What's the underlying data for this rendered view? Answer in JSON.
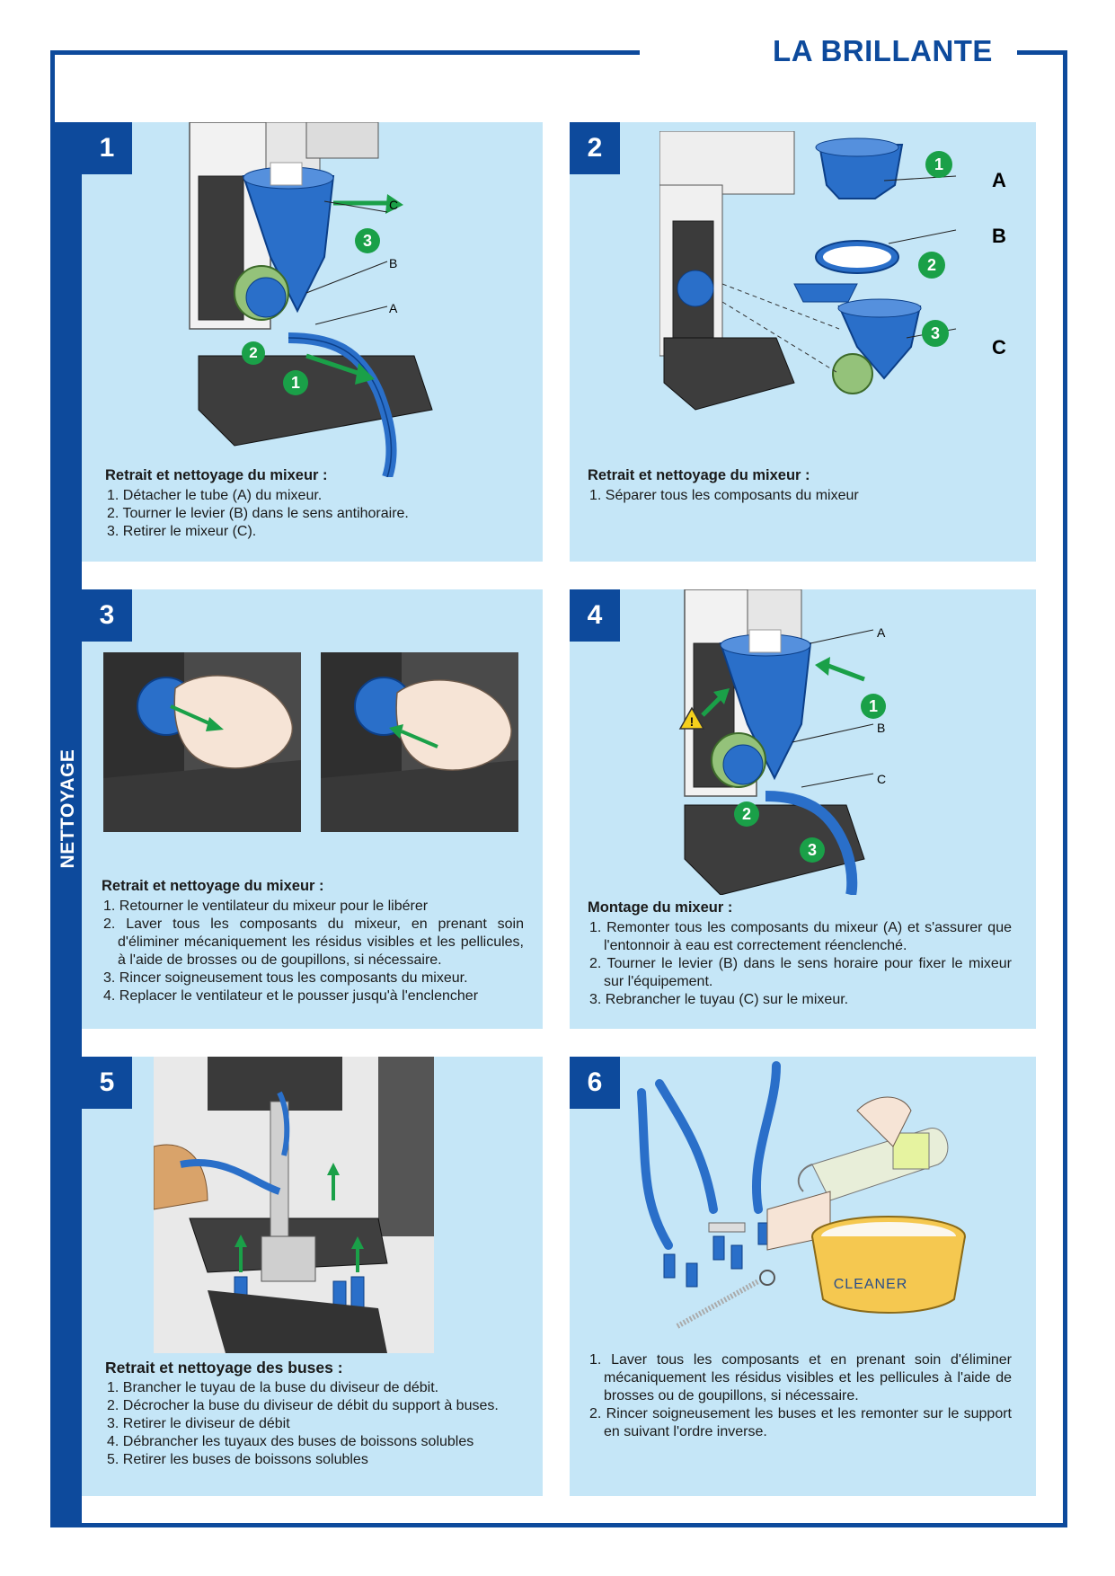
{
  "header": {
    "brand": "LA BRILLANTE"
  },
  "sidebar": {
    "label": "NETTOYAGE"
  },
  "steps": [
    {
      "number": "1",
      "title": "Retrait et nettoyage du mixeur :",
      "items": [
        "1. Détacher le tube (A) du mixeur.",
        "2. Tourner le levier (B) dans le sens antihoraire.",
        "3. Retirer le mixeur (C)."
      ],
      "callouts": [
        "C",
        "B",
        "A"
      ],
      "markers": [
        "3",
        "2",
        "1"
      ]
    },
    {
      "number": "2",
      "title": "Retrait et nettoyage du mixeur :",
      "items": [
        "1. Séparer tous les composants du mixeur"
      ],
      "callouts": [
        "A",
        "B",
        "C"
      ],
      "markers": [
        "1",
        "2",
        "3"
      ]
    },
    {
      "number": "3",
      "title": "Retrait et nettoyage du mixeur :",
      "items": [
        "1. Retourner le ventilateur du mixeur pour le libérer",
        "2. Laver tous les composants du mixeur, en prenant soin d'éliminer mécaniquement les résidus visibles et les pellicules, à l'aide de brosses ou de goupillons, si nécessaire.",
        "3. Rincer soigneusement tous les composants du mixeur.",
        "4. Replacer le ventilateur et le pousser jusqu'à l'enclencher"
      ]
    },
    {
      "number": "4",
      "title": "Montage du mixeur :",
      "items": [
        "1. Remonter tous les composants du mixeur (A) et s'assurer que l'entonnoir à eau est correctement réenclenché.",
        "2. Tourner le levier (B) dans le sens horaire pour fixer le mixeur sur l'équipement.",
        "3. Rebrancher le tuyau (C) sur le mixeur."
      ],
      "callouts": [
        "A",
        "B",
        "C"
      ],
      "markers": [
        "1",
        "2",
        "3"
      ]
    },
    {
      "number": "5",
      "title": "Retrait et nettoyage des buses :",
      "items": [
        "1. Brancher le tuyau de la buse du diviseur de débit.",
        "2. Décrocher la buse du diviseur de débit du support à buses.",
        "3. Retirer le diviseur de débit",
        "4. Débrancher les tuyaux des buses de boissons solubles",
        "5. Retirer les buses de boissons solubles"
      ]
    },
    {
      "number": "6",
      "items": [
        "1. Laver tous les composants et en prenant soin d'éliminer mécaniquement les résidus visibles et les pellicules à l'aide de brosses ou de goupillons, si nécessaire.",
        "2. Rincer soigneusement les buses et les remonter sur le support en suivant l'ordre inverse."
      ],
      "container_label": "CLEANER"
    }
  ],
  "colors": {
    "frame": "#0d4a9c",
    "panel": "#c5e6f7",
    "part_blue": "#2a6fc9",
    "marker_green": "#1aa048"
  }
}
